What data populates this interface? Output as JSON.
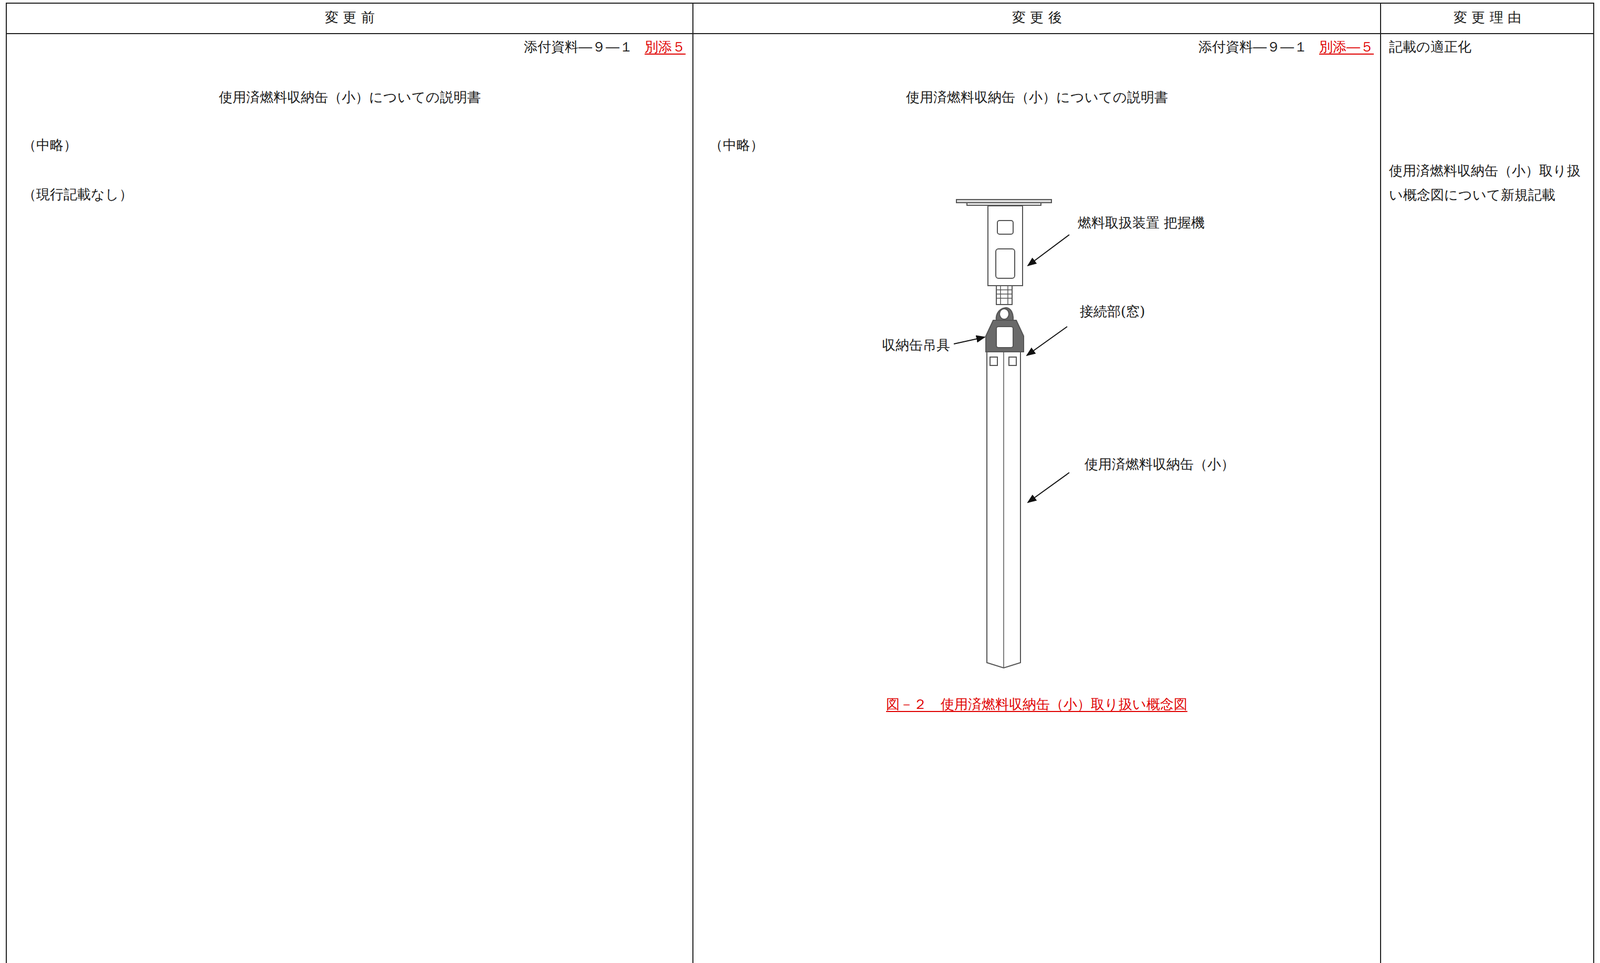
{
  "diagram": {
    "caption": "図－２　使用済燃料収納缶（小）取り扱い概念図",
    "labels": [
      "変 更 前",
      "変 更 後",
      "変 更 理 由",
      "添付資料―９―１",
      "別添５",
      "使用済燃料収納缶（小）についての説明書",
      "（中略）",
      "（現行記載なし）",
      "添付資料―９―１",
      "別添―５",
      "使用済燃料収納缶（小）についての説明書",
      "（中略）",
      "燃料取扱装置 把握機",
      "接続部(窓)",
      "収納缶吊具",
      "使用済燃料収納缶（小）",
      "記載の適正化",
      "使用済燃料収納缶（小）取り扱い概念図について新規記載"
    ]
  }
}
